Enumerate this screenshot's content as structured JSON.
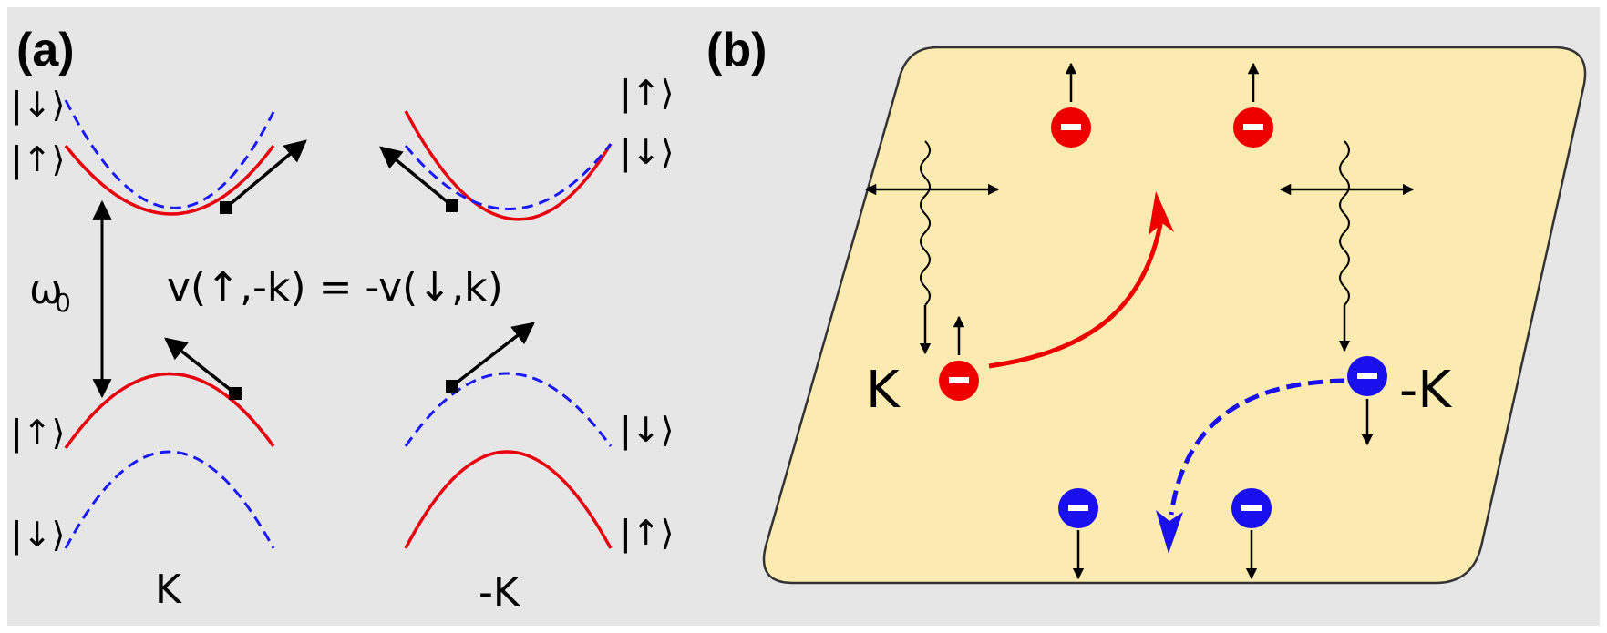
{
  "panels": {
    "a": {
      "label": "(a)",
      "kets": {
        "k_top_outer": "|↓⟩",
        "k_top_inner": "|↑⟩",
        "k_bot_inner": "|↑⟩",
        "k_bot_outer": "|↓⟩",
        "mk_top_outer": "|↑⟩",
        "mk_top_inner": "|↓⟩",
        "mk_bot_inner": "|↓⟩",
        "mk_bot_outer": "|↑⟩"
      },
      "gap_symbol": "ω",
      "gap_subscript": "0",
      "relation": "v(↑,-k) = -v(↓,k)",
      "valley_k": "K",
      "valley_minus_k": "-K"
    },
    "b": {
      "label": "(b)",
      "valley_k": "K",
      "valley_minus_k": "-K"
    }
  },
  "colors": {
    "background": "#e6e6e6",
    "spin_up_band": "#e8000d",
    "spin_down_band": "#1a1aff",
    "sample_fill": "#fcebb0",
    "red_electron": "#ee0000",
    "blue_electron": "#1a10ee",
    "ink": "#000000"
  },
  "icons": {
    "electron_glyph": "minus-sign-bar",
    "photon": "wavy-line-arrow",
    "polarization": "double-headed-arrow"
  }
}
